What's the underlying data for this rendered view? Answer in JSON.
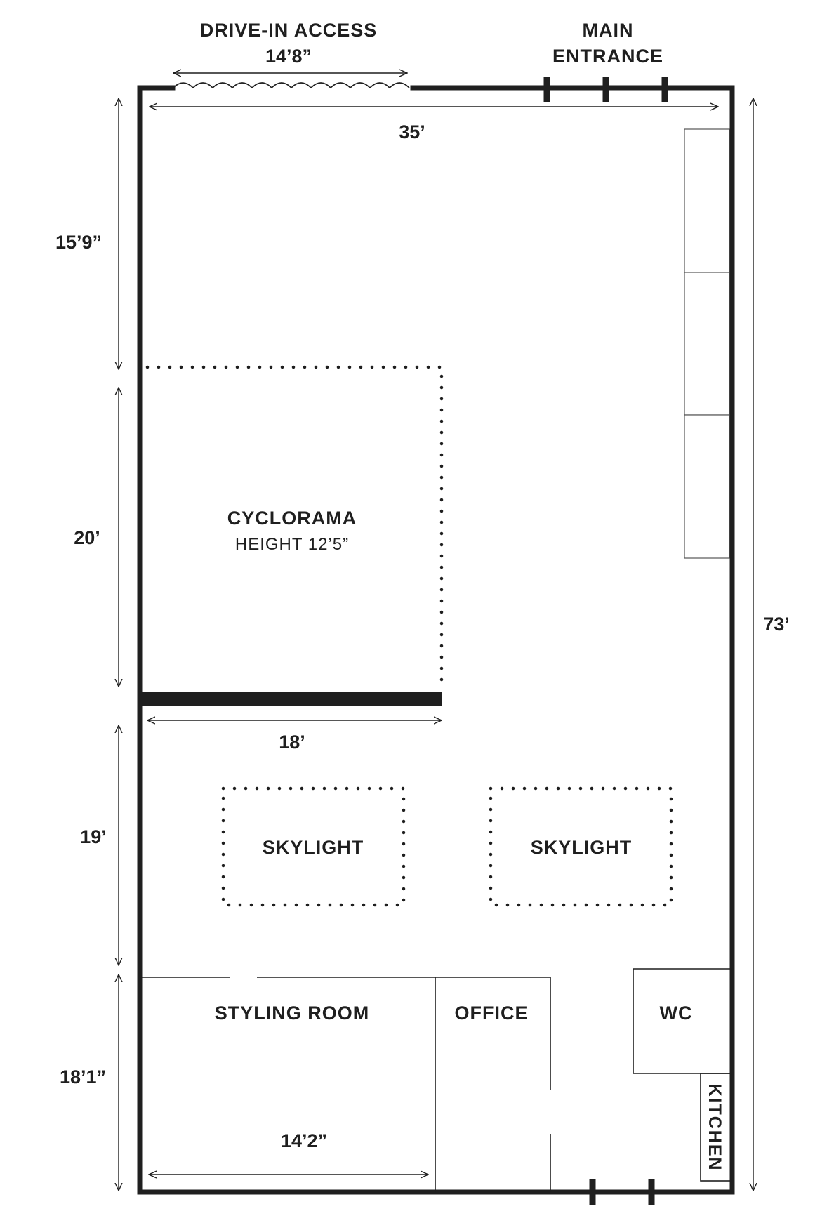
{
  "floorplan": {
    "drive_in": {
      "title": "DRIVE-IN ACCESS",
      "width": "14’8”"
    },
    "main_entrance": {
      "line1": "MAIN",
      "line2": "ENTRANCE"
    },
    "dimensions": {
      "top_width": "35’",
      "section_a": "15’9”",
      "section_b": "20’",
      "section_c": "19’",
      "section_d": "18’1”",
      "total_length": "73’",
      "cyclorama_width": "18’",
      "styling_width": "14’2”"
    },
    "cyclorama": {
      "title": "CYCLORAMA",
      "height": "HEIGHT 12’5”"
    },
    "skylights": [
      "SKYLIGHT",
      "SKYLIGHT"
    ],
    "rooms": {
      "styling": "STYLING ROOM",
      "office": "OFFICE",
      "wc": "WC",
      "kitchen": "KITCHEN"
    }
  }
}
